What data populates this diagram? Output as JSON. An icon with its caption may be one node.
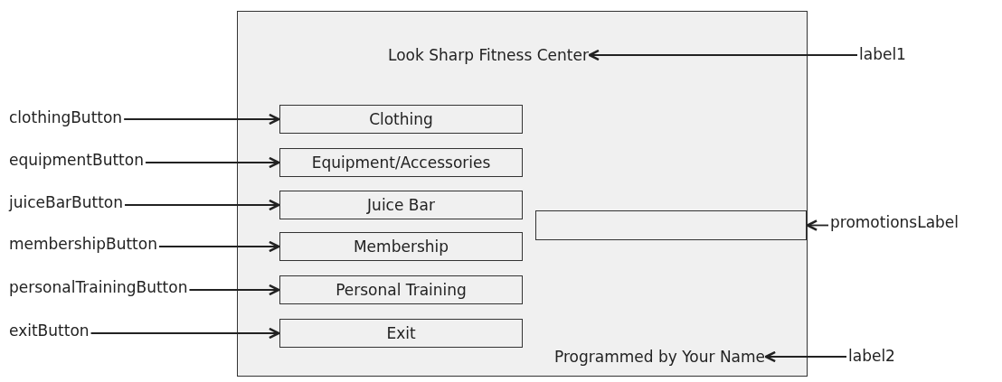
{
  "diagram": {
    "nodes": [
      {
        "text": [],
        "shape": "box"
      },
      {
        "text": [
          "Look Sharp Fitness Center"
        ],
        "in": 0
      },
      {
        "text": [
          "Clothing"
        ],
        "in": 0
      },
      {
        "text": [
          "Equipment/Accessories"
        ],
        "in": 0
      },
      {
        "text": [
          "Juice Bar"
        ],
        "in": 0
      },
      {
        "text": [
          "Membership"
        ],
        "in": 0
      },
      {
        "text": [
          "Personal Training"
        ],
        "in": 0
      },
      {
        "text": [
          "Exit"
        ],
        "in": 0
      },
      {
        "text": [],
        "shape": "box",
        "in": 0
      },
      {
        "text": [
          "Programmed by Your Name"
        ],
        "in": 0
      },
      {
        "text": [
          "label1"
        ]
      },
      {
        "text": [
          "clothingButton"
        ]
      },
      {
        "text": [
          "equipmentButton"
        ]
      },
      {
        "text": [
          "juiceBarButton"
        ]
      },
      {
        "text": [
          "membershipButton"
        ]
      },
      {
        "text": [
          "personalTrainingButton"
        ]
      },
      {
        "text": [
          "exitButton"
        ]
      },
      {
        "text": [
          "promotionsLabel"
        ]
      },
      {
        "text": [
          "label2"
        ]
      }
    ],
    "edges": [
      {
        "from": 10,
        "to": 1,
        "arrow": "to"
      },
      {
        "from": 11,
        "to": 2,
        "arrow": "to"
      },
      {
        "from": 12,
        "to": 3,
        "arrow": "to"
      },
      {
        "from": 13,
        "to": 4,
        "arrow": "to"
      },
      {
        "from": 14,
        "to": 5,
        "arrow": "to"
      },
      {
        "from": 15,
        "to": 6,
        "arrow": "to"
      },
      {
        "from": 16,
        "to": 7,
        "arrow": "to"
      },
      {
        "from": 17,
        "to": 8,
        "arrow": "to"
      },
      {
        "from": 18,
        "to": 9,
        "arrow": "to"
      }
    ]
  }
}
